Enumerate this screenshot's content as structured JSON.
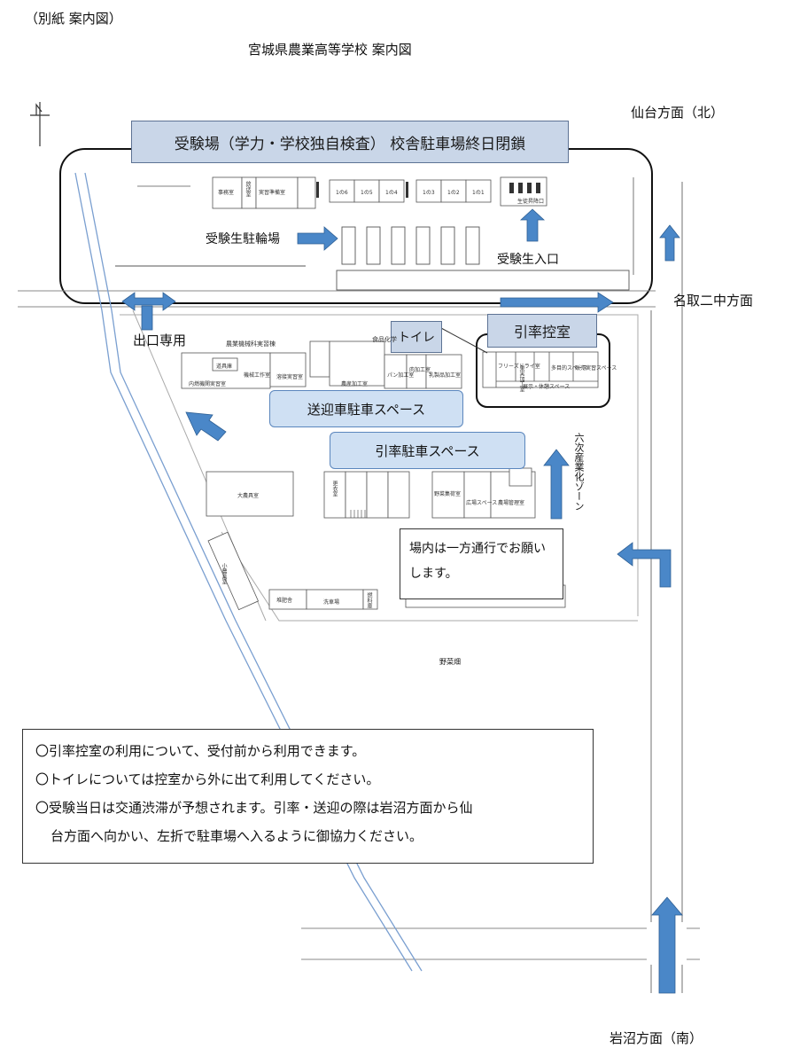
{
  "header": {
    "attachment_label": "（別紙 案内図）",
    "title": "宮城県農業高等学校 案内図"
  },
  "directions": {
    "north": "仙台方面（北）",
    "east": "名取二中方面",
    "south": "岩沼方面（南）"
  },
  "top_zone": {
    "banner": "受験場（学力・学校独自検査） 校舎駐車場終日閉鎖",
    "bike_parking": "受験生駐輪場",
    "entrance": "受験生入口",
    "entrance_door": "生徒昇降口",
    "rooms": [
      "1の6",
      "1の5",
      "1の4",
      "1の3",
      "1の2",
      "1の1"
    ],
    "room_misc": [
      "事務室",
      "放送室",
      "実習準備室"
    ]
  },
  "lower_zone": {
    "exit_only": "出口専用",
    "toilet": "トイレ",
    "waiting_room": "引率控室",
    "pickup_parking": "送迎車駐車スペース",
    "escort_parking": "引率駐車スペース",
    "one_way_note": "場内は一方通行でお願いします。",
    "sixth_industry_zone": "六次産業化ゾーン",
    "vegetable_field": "野菜畑"
  },
  "buildings": {
    "machinery": "農業機械科実習棟",
    "food": "食品化学",
    "machine_shop": "機械工作室",
    "engine_room": "内燃機関実習室",
    "tool_storage": "道具庫",
    "welding": "溶接実習室",
    "agri_processing": "農産加工室",
    "bread": "パン加工室",
    "meat": "肉加工室",
    "dairy": "乳製品加工室",
    "large_tools": "大農具室",
    "small_tools": "小農具室",
    "compost": "堆肥舎",
    "washing": "洗車場",
    "fuel": "燃料庫",
    "changing": "更衣室",
    "vegetable_collect": "野菜集荷室",
    "rest": "広場スペース",
    "farm_mgmt": "農場管理室",
    "free_dry": "フリーズドライ室",
    "fruit_proc": "果実加工室",
    "multi_purpose": "多目的スペース",
    "sales": "販売実習スペース",
    "exhibit": "展示・休憩スペース"
  },
  "notes": [
    "〇引率控室の利用について、受付前から利用できます。",
    "〇トイレについては控室から外に出て利用してください。",
    "〇受験当日は交通渋滞が予想されます。引率・送迎の際は岩沼方面から仙",
    "台方面へ向かい、左折で駐車場へ入るように御協力ください。"
  ],
  "colors": {
    "arrow": "#4a87c8",
    "banner_fill": "#c9d6e8",
    "pill_fill": "#cfe0f3",
    "road_blue": "#7a9fd0"
  },
  "icons": {
    "compass": "north-compass-icon"
  }
}
